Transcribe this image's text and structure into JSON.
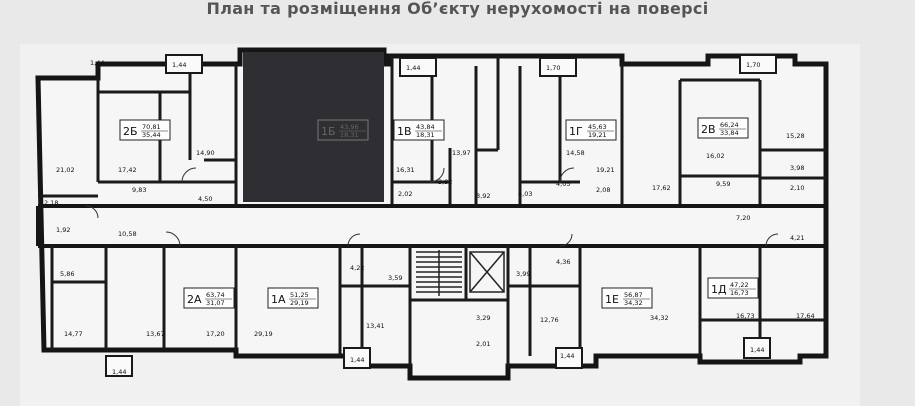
{
  "title": "План та розміщення Об’єкту нерухомості на поверсі",
  "apartments": [
    {
      "id": "2Б",
      "total": "70,81",
      "living": "35,44"
    },
    {
      "id": "1Б",
      "total": "43,96",
      "living": "18,31"
    },
    {
      "id": "1В",
      "total": "43,84",
      "living": "18,31"
    },
    {
      "id": "1Г",
      "total": "45,63",
      "living": "19,21"
    },
    {
      "id": "2В",
      "total": "66,24",
      "living": "33,84"
    },
    {
      "id": "2А",
      "total": "63,74",
      "living": "31,07"
    },
    {
      "id": "1А",
      "total": "51,25",
      "living": "29,19"
    },
    {
      "id": "1Е",
      "total": "56,87",
      "living": "34,32"
    },
    {
      "id": "1Д",
      "total": "47,22",
      "living": "16,73"
    }
  ],
  "room_areas": [
    "1,44",
    "1,44",
    "1,70",
    "1,70",
    "1,44",
    "21,02",
    "17,42",
    "14,90",
    "2,18",
    "9,83",
    "4,50",
    "16,31",
    "13,97",
    "2,02",
    "3,92",
    "3,92",
    "4,03",
    "4,05",
    "14,58",
    "19,21",
    "2,08",
    "17,62",
    "9,59",
    "16,02",
    "15,28",
    "3,98",
    "2,10",
    "1,92",
    "10,58",
    "5,86",
    "7,20",
    "4,21",
    "4,22",
    "3,59",
    "3,99",
    "4,36",
    "14,77",
    "13,67",
    "17,20",
    "29,19",
    "13,41",
    "3,29",
    "2,01",
    "12,76",
    "34,32",
    "16,73",
    "17,64",
    "1,44",
    "1,44",
    "1,44",
    "1,44"
  ],
  "colors": {
    "highlight": "#2f2f33",
    "wall": "#161616",
    "paper": "#f4f4f4"
  }
}
